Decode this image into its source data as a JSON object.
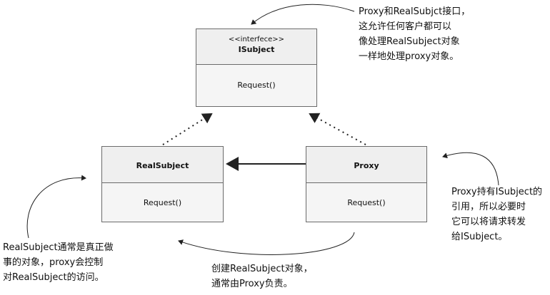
{
  "classes": {
    "isubject": {
      "stereotype": "<<interfece>>",
      "name": "ISubject",
      "method": "Request()"
    },
    "realsubject": {
      "name": "RealSubject",
      "method": "Request()"
    },
    "proxy": {
      "name": "Proxy",
      "method": "Request()"
    }
  },
  "notes": {
    "interface_note": [
      "Proxy和RealSubjct接口，",
      "这允许任何客户都可以",
      "像处理RealSubject对象",
      "一样地处理proxy对象。"
    ],
    "proxy_note": [
      "Proxy持有ISubject的",
      "引用，所以必要时",
      "它可以将请求转发",
      "给ISubject。"
    ],
    "realsubject_note": [
      "RealSubject通常是真正做",
      "事的对象，proxy会控制",
      "对RealSubject的访问。"
    ],
    "create_note": [
      "创建RealSubject对象，",
      "通常由Proxy负责。"
    ]
  }
}
